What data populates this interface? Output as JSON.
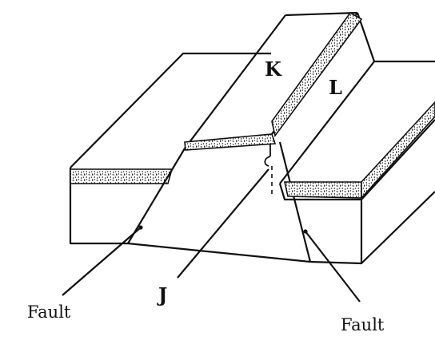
{
  "labels": {
    "k": "K",
    "l": "L",
    "j": "J",
    "fault_left": "Fault",
    "fault_right": "Fault"
  },
  "colors": {
    "ink": "#111111",
    "bed_fill": "#ffffff",
    "bed_speckle": "#333333"
  }
}
